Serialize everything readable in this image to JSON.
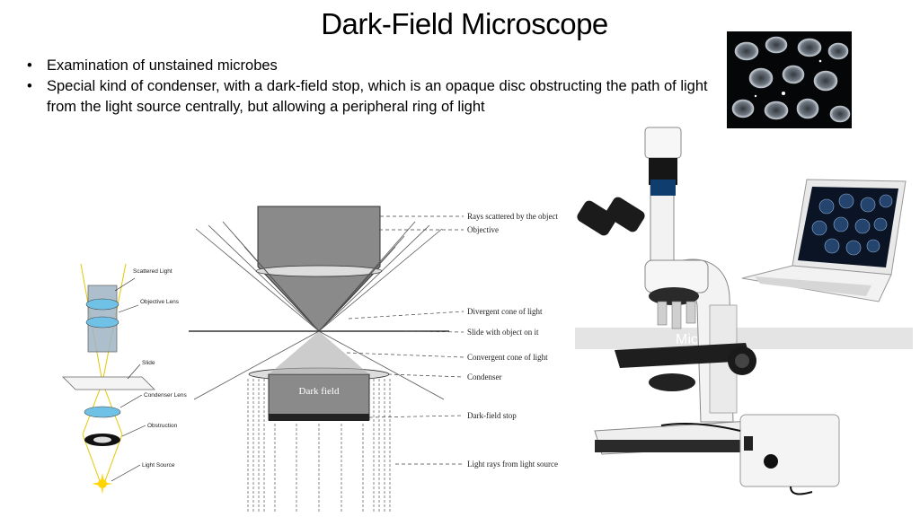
{
  "slide": {
    "title": "Dark-Field Microscope",
    "bullets": [
      "Examination of unstained microbes",
      "Special kind of condenser, with a dark-field stop, which is an opaque disc obstructing the path of light from the light source centrally, but allowing a peripheral ring of light"
    ]
  },
  "small_diagram": {
    "labels": [
      "Scattered Light",
      "Objective Lens",
      "Slide",
      "Condenser Lens",
      "Obstruction",
      "Light Source"
    ]
  },
  "main_diagram": {
    "dark_field_text": "Dark field",
    "labels": [
      "Rays scattered by the object",
      "Objective",
      "Divergent cone of light",
      "Slide with object on it",
      "Convergent cone of light",
      "Condenser",
      "Dark-field stop",
      "Light rays from light source"
    ]
  },
  "photo": {
    "watermark": "Microsc"
  }
}
